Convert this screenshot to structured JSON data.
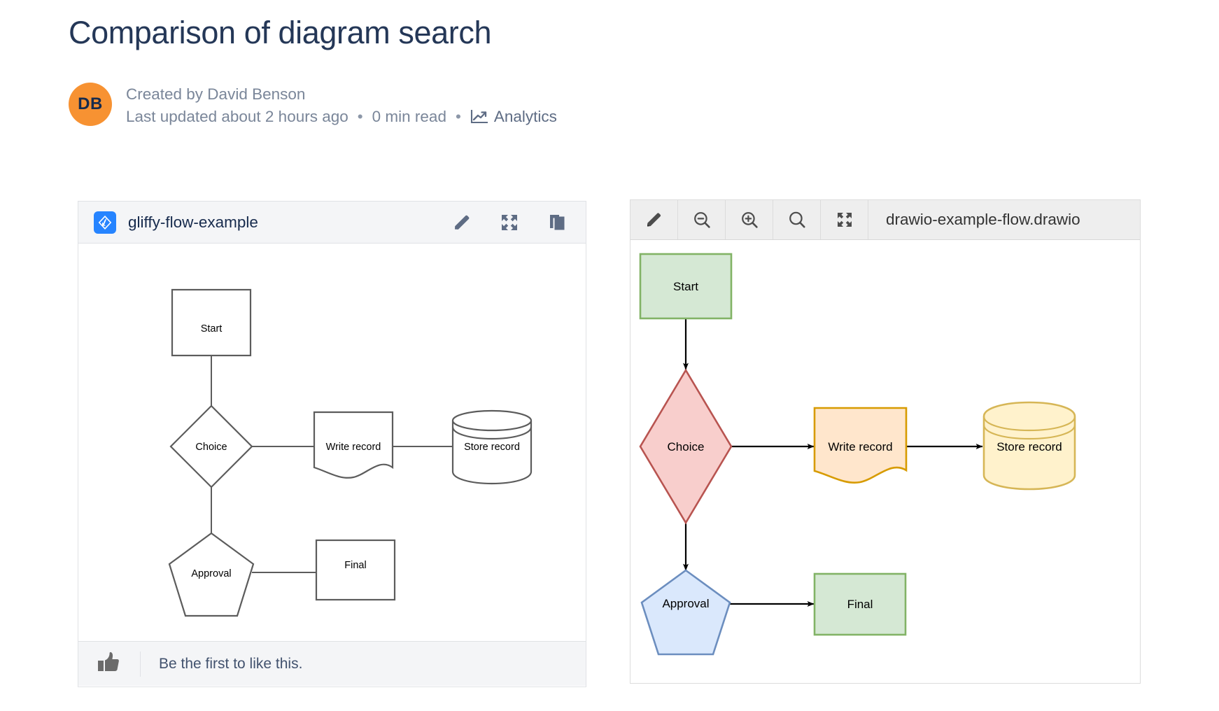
{
  "header": {
    "title": "Comparison of diagram search",
    "avatar_initials": "DB",
    "created_by": "Created by David Benson",
    "last_updated": "Last updated about 2 hours ago",
    "separator": "•",
    "read_time": "0 min read",
    "analytics_label": "Analytics",
    "analytics_icon": "analytics-chart-icon",
    "title_color": "#243757",
    "avatar_color": "#f79232",
    "meta_color": "#7a8699"
  },
  "gliffy_panel": {
    "logo_icon": "gliffy-logo-icon",
    "title": "gliffy-flow-example",
    "actions": [
      {
        "name": "edit-pencil-icon",
        "label": "Edit"
      },
      {
        "name": "fullscreen-expand-icon",
        "label": "Full screen"
      },
      {
        "name": "copy-icon",
        "label": "Copy"
      }
    ],
    "footer": {
      "like_icon": "thumbs-up-icon",
      "text": "Be the first to like this."
    },
    "diagram": {
      "type": "flowchart",
      "style": "monochrome",
      "border_color": "#5c5c5c",
      "fill_color": "#ffffff",
      "nodes": [
        {
          "id": "start",
          "label": "Start",
          "shape": "rectangle"
        },
        {
          "id": "choice",
          "label": "Choice",
          "shape": "diamond"
        },
        {
          "id": "write",
          "label": "Write record",
          "shape": "document"
        },
        {
          "id": "store",
          "label": "Store record",
          "shape": "cylinder"
        },
        {
          "id": "approval",
          "label": "Approval",
          "shape": "pentagon"
        },
        {
          "id": "final",
          "label": "Final",
          "shape": "rectangle"
        }
      ],
      "edges": [
        {
          "from": "start",
          "to": "choice",
          "arrow": false
        },
        {
          "from": "choice",
          "to": "write",
          "arrow": false
        },
        {
          "from": "write",
          "to": "store",
          "arrow": false
        },
        {
          "from": "choice",
          "to": "approval",
          "arrow": false
        },
        {
          "from": "approval",
          "to": "final",
          "arrow": false
        }
      ]
    }
  },
  "drawio_panel": {
    "toolbar": [
      {
        "name": "edit-pencil-icon",
        "label": "Edit"
      },
      {
        "name": "zoom-out-icon",
        "label": "Zoom out"
      },
      {
        "name": "zoom-in-icon",
        "label": "Zoom in"
      },
      {
        "name": "search-icon",
        "label": "Search"
      },
      {
        "name": "fullscreen-expand-icon",
        "label": "Full screen"
      }
    ],
    "filename": "drawio-example-flow.drawio",
    "diagram": {
      "type": "flowchart",
      "style": "colored",
      "nodes": [
        {
          "id": "start",
          "label": "Start",
          "shape": "rectangle",
          "fill": "#d5e8d4",
          "stroke": "#82b366"
        },
        {
          "id": "choice",
          "label": "Choice",
          "shape": "diamond",
          "fill": "#f8cecc",
          "stroke": "#b85450"
        },
        {
          "id": "write",
          "label": "Write record",
          "shape": "document",
          "fill": "#ffe6cc",
          "stroke": "#d79b00"
        },
        {
          "id": "store",
          "label": "Store record",
          "shape": "cylinder",
          "fill": "#fff2cc",
          "stroke": "#d6b656"
        },
        {
          "id": "approval",
          "label": "Approval",
          "shape": "pentagon",
          "fill": "#dae8fc",
          "stroke": "#6c8ebf"
        },
        {
          "id": "final",
          "label": "Final",
          "shape": "rectangle",
          "fill": "#d5e8d4",
          "stroke": "#82b366"
        }
      ],
      "edges": [
        {
          "from": "start",
          "to": "choice",
          "arrow": true
        },
        {
          "from": "choice",
          "to": "write",
          "arrow": true
        },
        {
          "from": "write",
          "to": "store",
          "arrow": true
        },
        {
          "from": "choice",
          "to": "approval",
          "arrow": true
        },
        {
          "from": "approval",
          "to": "final",
          "arrow": true
        }
      ]
    }
  }
}
